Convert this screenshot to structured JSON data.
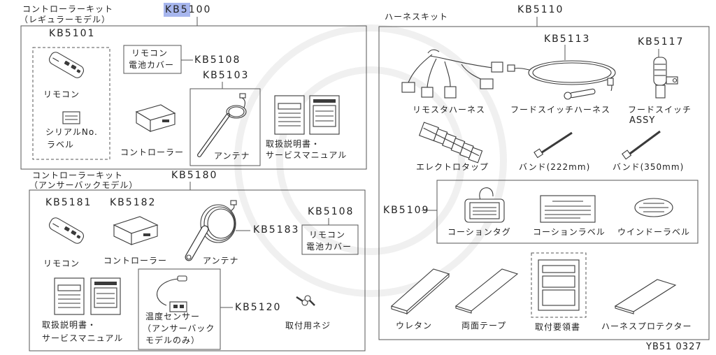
{
  "colors": {
    "highlight": "#a7b6ee",
    "line": "#3a3a3a",
    "frame": "#555555"
  },
  "regular_kit": {
    "title": [
      "コントローラーキット",
      "（レギュラーモデル）"
    ],
    "code": "KB5100",
    "remote": {
      "code": "KB5101",
      "label": "リモコン"
    },
    "serial_label": [
      "シリアルNo.",
      "ラベル"
    ],
    "controller": {
      "label": "コントローラー"
    },
    "battery_cover": {
      "code": "KB5108",
      "label": [
        "リモコン",
        "電池カバー"
      ]
    },
    "antenna": {
      "code": "KB5103",
      "label": "アンテナ"
    },
    "manuals": [
      "取扱説明書・",
      "サービスマニュアル"
    ]
  },
  "answerback_kit": {
    "title": [
      "コントローラーキット",
      "（アンサーバックモデル）"
    ],
    "code": "KB5180",
    "remote": {
      "code": "KB5181",
      "label": "リモコン"
    },
    "controller": {
      "code": "KB5182",
      "label": "コントローラー"
    },
    "antenna": {
      "code": "KB5183",
      "label": "アンテナ"
    },
    "battery_cover": {
      "code": "KB5108",
      "label": [
        "リモコン",
        "電池カバー"
      ]
    },
    "manuals": [
      "取扱説明書・",
      "サービスマニュアル"
    ],
    "temp_sensor": {
      "code": "KB5120",
      "label": [
        "温度センサー",
        "（アンサーバック",
        "モデルのみ）"
      ]
    },
    "screws": {
      "label": "取付用ネジ"
    }
  },
  "harness_kit": {
    "title": "ハーネスキット",
    "code": "KB5110",
    "remote_start_harness": {
      "label": "リモスタハーネス"
    },
    "hood_switch_harness": {
      "code": "KB5113",
      "label": "フードスイッチハーネス"
    },
    "hood_switch_assy": {
      "code": "KB5117",
      "label": [
        "フードスイッチ",
        "ASSY"
      ]
    },
    "electro_tap": {
      "label": "エレクトロタップ"
    },
    "band_222": {
      "label": "バンド(222mm)"
    },
    "band_350": {
      "label": "バンド(350mm)"
    },
    "caution_set": {
      "code": "KB5109",
      "items": [
        "コーションタグ",
        "コーションラベル",
        "ウインドーラベル"
      ]
    },
    "urethane": {
      "label": "ウレタン"
    },
    "double_sided_tape": {
      "label": "両面テープ"
    },
    "install_guide": {
      "label": "取付要領書"
    },
    "harness_protector": {
      "label": "ハーネスプロテクター"
    }
  },
  "drawing_id": "YB51 0327"
}
